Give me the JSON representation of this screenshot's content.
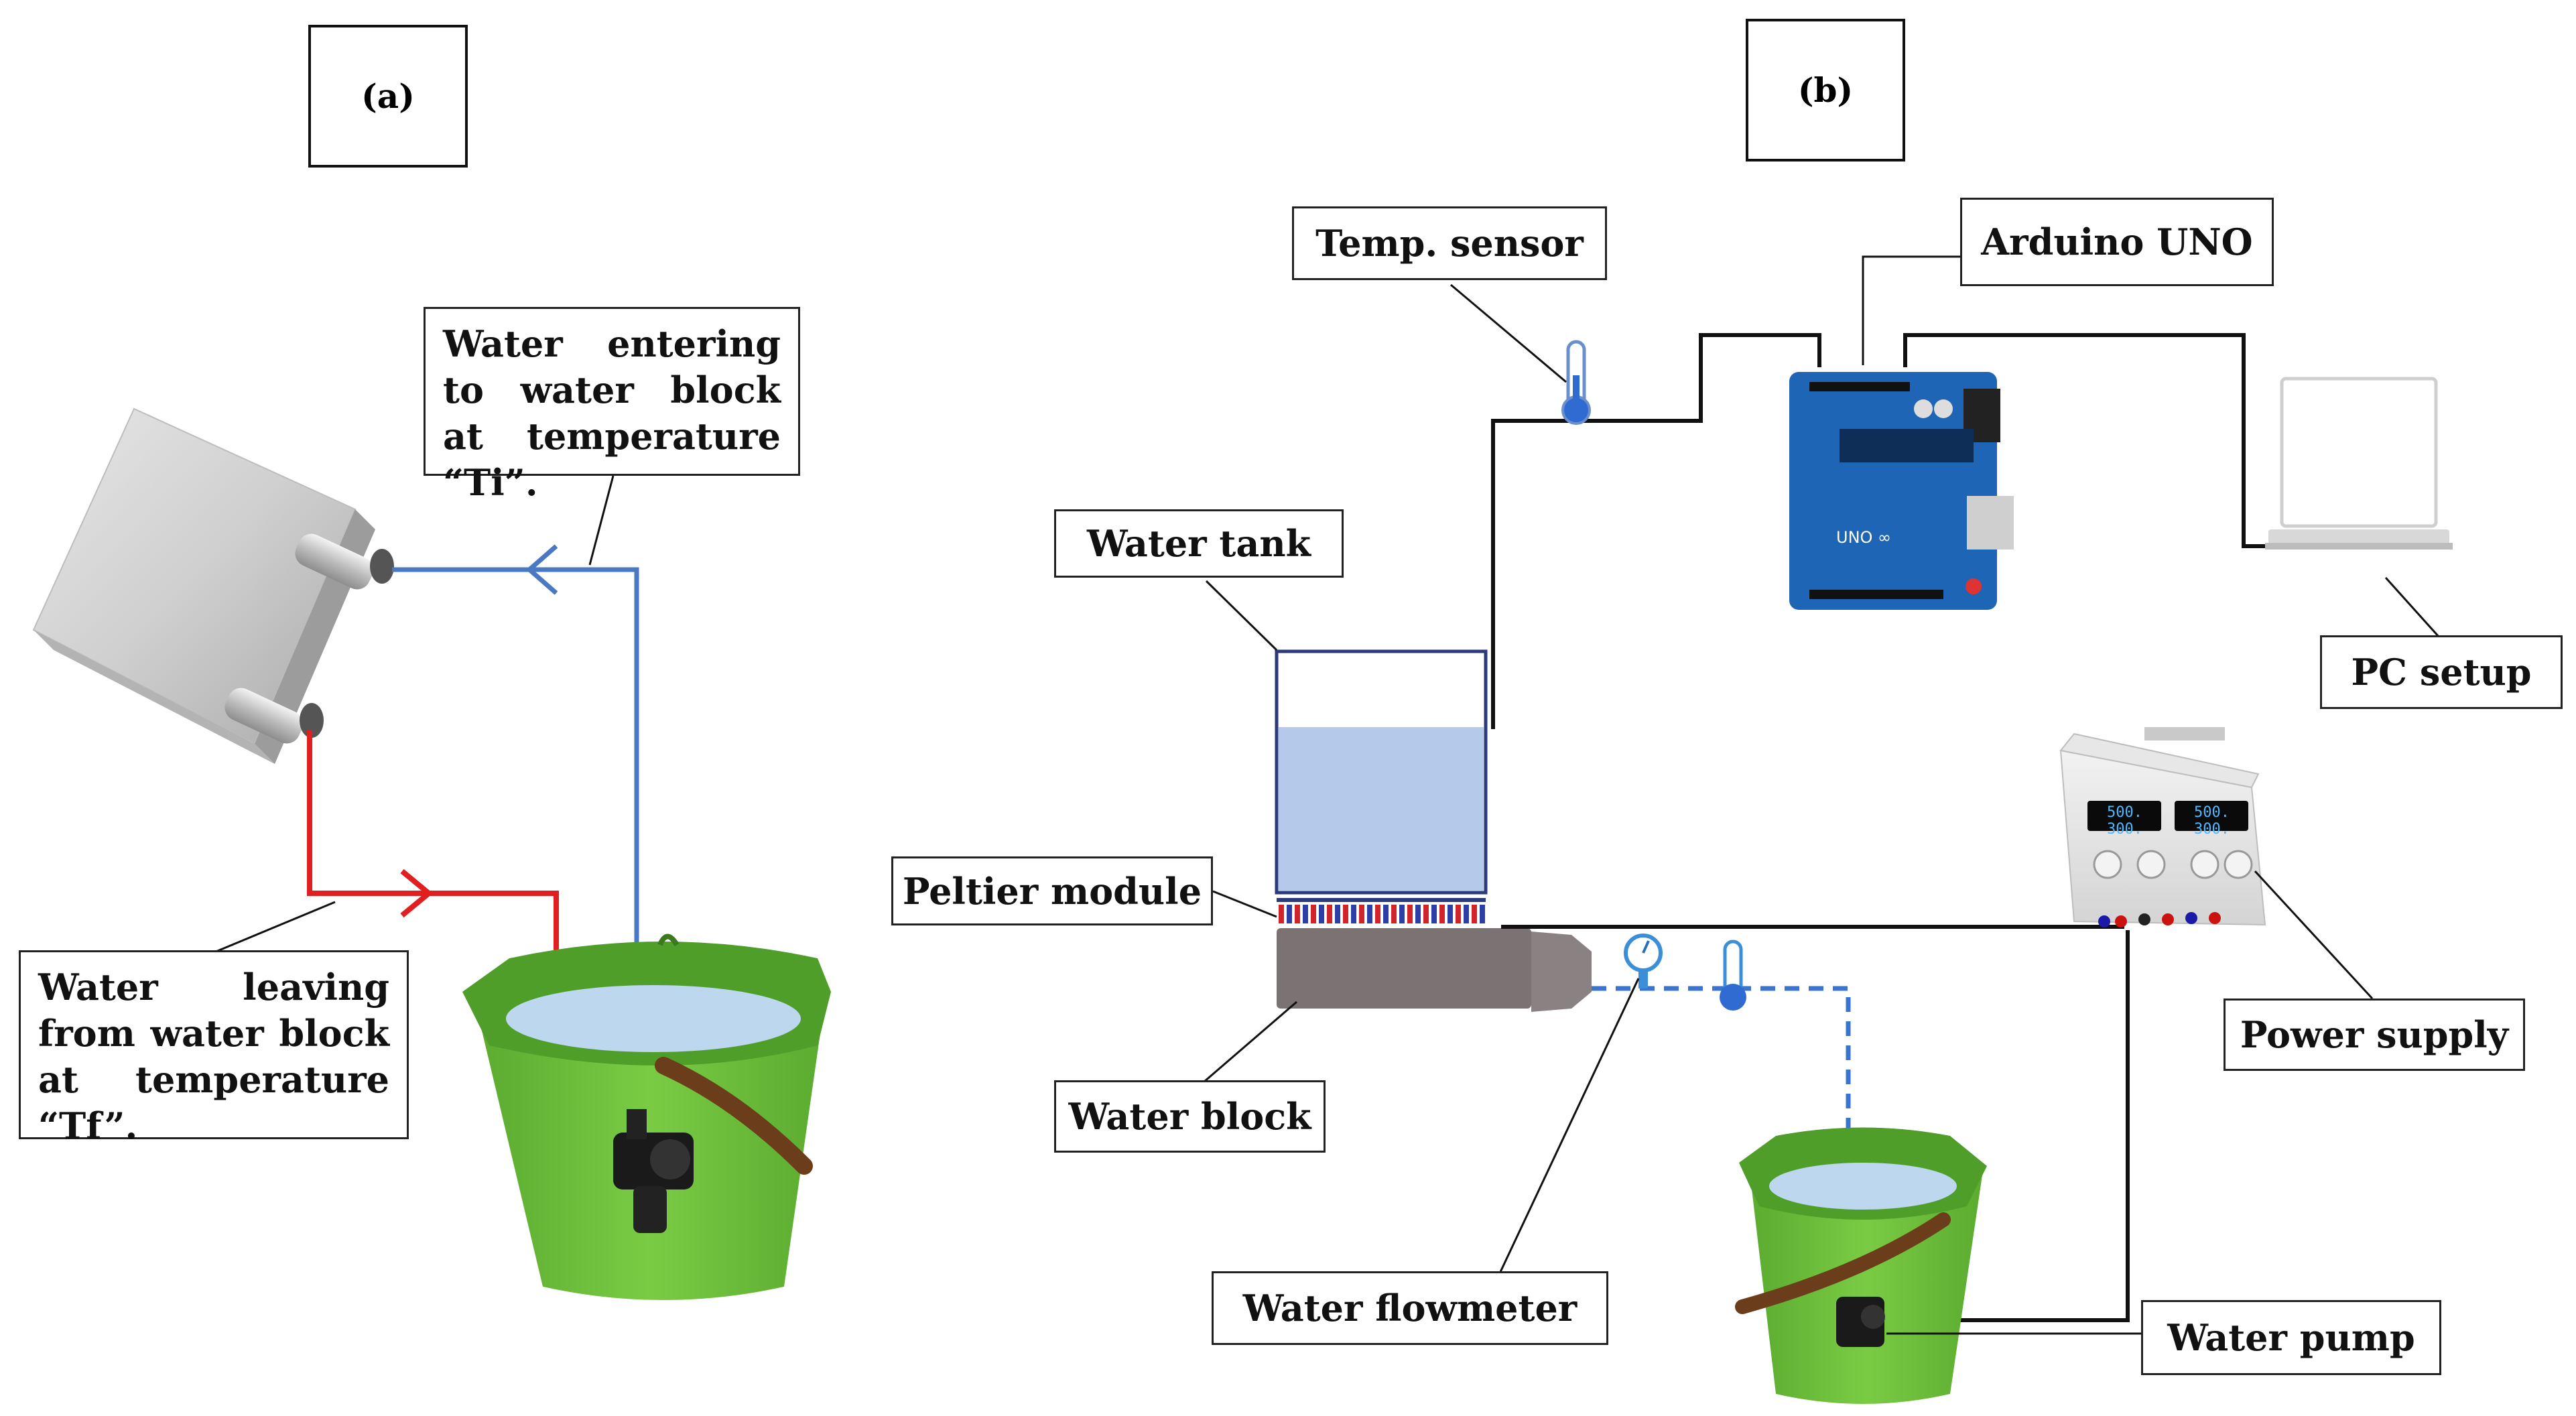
{
  "panels": {
    "a": "(a)",
    "b": "(b)"
  },
  "labels": {
    "water_entering": "Water entering to water block at temperature “Ti”.",
    "water_leaving": "Water leaving from water block at temperature “Tf”.",
    "temp_sensor": "Temp. sensor",
    "arduino": "Arduino UNO",
    "water_tank": "Water tank",
    "pc_setup": "PC setup",
    "peltier": "Peltier module",
    "power_supply": "Power supply",
    "water_block": "Water block",
    "flowmeter": "Water flowmeter",
    "water_pump": "Water pump"
  },
  "displays": {
    "psu_left": "500. 300.",
    "psu_right": "500. 300."
  },
  "colors": {
    "inlet_pipe": "#4a78c2",
    "outlet_pipe": "#e02020",
    "bucket_green": "#6abf3a",
    "bucket_rim": "#4f9e2a",
    "water": "#bcd7ee",
    "tank_water": "#b5c9ea",
    "arduino_board": "#1e66b5",
    "water_block_body": "#7b7373",
    "wire": "#111111",
    "dashed_pipe": "#3a74d0"
  },
  "icons": [
    "thermometer-icon",
    "flowmeter-gauge-icon",
    "laptop-icon",
    "arduino-board-icon",
    "power-supply-icon",
    "water-pump-icon",
    "bucket-icon",
    "water-block-icon"
  ]
}
